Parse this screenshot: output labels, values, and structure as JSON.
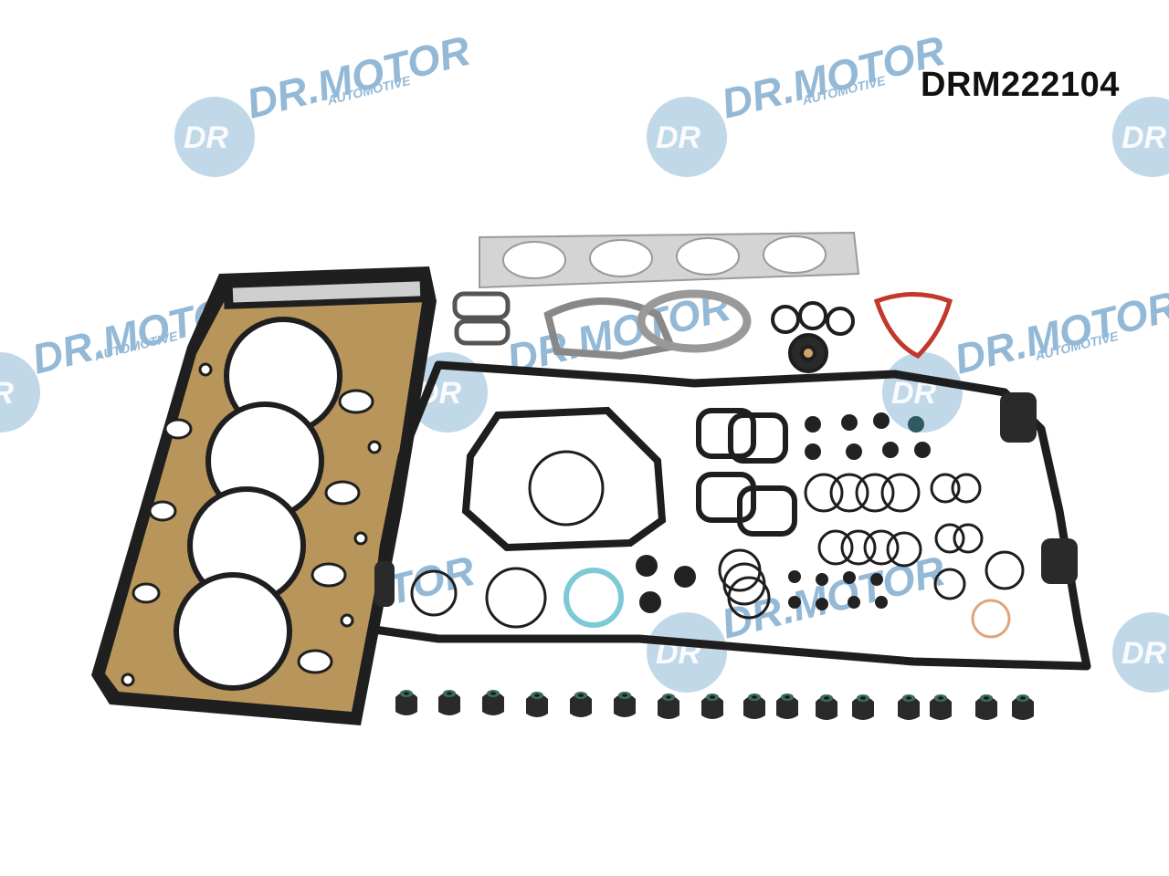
{
  "product": {
    "part_number": "DRM222104"
  },
  "watermark": {
    "brand": "DR.MOTOR",
    "tagline": "AUTOMOTIVE",
    "circle_text": "DR",
    "colors": {
      "circle": "#8fb8d6",
      "text": "#6fa3c9"
    }
  },
  "photo": {
    "colors": {
      "gasket_black": "#1e1e1e",
      "gasket_gold": "#b8955a",
      "gasket_grey": "#d4d4d4",
      "seal_red": "#c0392b",
      "seal_teal": "#7ec9d6",
      "seal_copper": "#e0a47a",
      "seal_green": "#2e5a4a"
    },
    "valve_stem_seal_count": 16
  }
}
